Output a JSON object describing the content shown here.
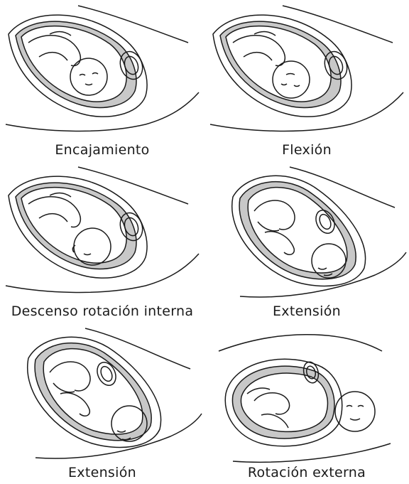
{
  "panels": [
    {
      "caption": "Encajamiento",
      "stage": "engagement"
    },
    {
      "caption": "Flexión",
      "stage": "flexion"
    },
    {
      "caption": "Descenso rotación interna",
      "stage": "descent"
    },
    {
      "caption": "Extensión",
      "stage": "extension-1"
    },
    {
      "caption": "Extensión",
      "stage": "extension-2"
    },
    {
      "caption": "Rotación externa",
      "stage": "external-rotation"
    }
  ],
  "colors": {
    "line": "#1a1a1a",
    "uterus_fill": "#c8c8c8",
    "background": "#ffffff"
  }
}
